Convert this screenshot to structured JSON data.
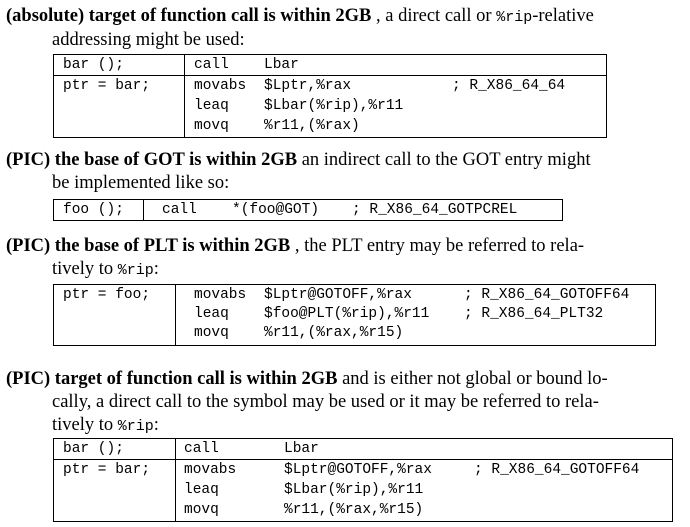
{
  "s1": {
    "head": "(absolute) target of function call is within 2GB",
    "text_a": " , a direct call or ",
    "code": "%rip",
    "text_b": "-relative",
    "line2": "addressing might be used:",
    "table": {
      "r1": {
        "c1": "bar ();",
        "c2": "call",
        "c3": "Lbar",
        "c4": ""
      },
      "r2": {
        "c1": "ptr = bar;",
        "c2": "movabs",
        "c3": "$Lptr,%rax",
        "c4": "; R_X86_64_64"
      },
      "r3": {
        "c2": "leaq",
        "c3": "$Lbar(%rip),%r11"
      },
      "r4": {
        "c2": "movq",
        "c3": "%r11,(%rax)"
      }
    }
  },
  "s2": {
    "head": "(PIC) the base of GOT is within 2GB",
    "text_a": " an indirect call to the GOT entry might",
    "line2": "be implemented like so:",
    "table": {
      "c1": "foo ();",
      "c2": "call",
      "c3": "*(foo@GOT)",
      "c4": "; R_X86_64_GOTPCREL"
    }
  },
  "s3": {
    "head": "(PIC) the base of PLT is within 2GB",
    "text_a": " , the PLT entry may be referred to rela-",
    "line2_a": "tively to ",
    "code": "%rip",
    "line2_b": ":",
    "table": {
      "r1": {
        "c1": "ptr = foo;",
        "c2": "movabs",
        "c3": "$Lptr@GOTOFF,%rax",
        "c4": "; R_X86_64_GOTOFF64"
      },
      "r2": {
        "c2": "leaq",
        "c3": "$foo@PLT(%rip),%r11",
        "c4": "; R_X86_64_PLT32"
      },
      "r3": {
        "c2": "movq",
        "c3": "%r11,(%rax,%r15)"
      }
    }
  },
  "s4": {
    "head": "(PIC) target of function call is within 2GB",
    "text_a": " and is either not global or bound lo-",
    "line2": "cally, a direct call to the symbol may be used or it may be referred to rela-",
    "line3_a": "tively to ",
    "code": "%rip",
    "line3_b": ":",
    "table": {
      "r1": {
        "c1": "bar ();",
        "c2": "call",
        "c3": "Lbar"
      },
      "r2": {
        "c1": "ptr = bar;",
        "c2": "movabs",
        "c3": "$Lptr@GOTOFF,%rax",
        "c4": "; R_X86_64_GOTOFF64"
      },
      "r3": {
        "c2": "leaq",
        "c3": "$Lbar(%rip),%r11"
      },
      "r4": {
        "c2": "movq",
        "c3": "%r11,(%rax,%r15)"
      }
    }
  }
}
